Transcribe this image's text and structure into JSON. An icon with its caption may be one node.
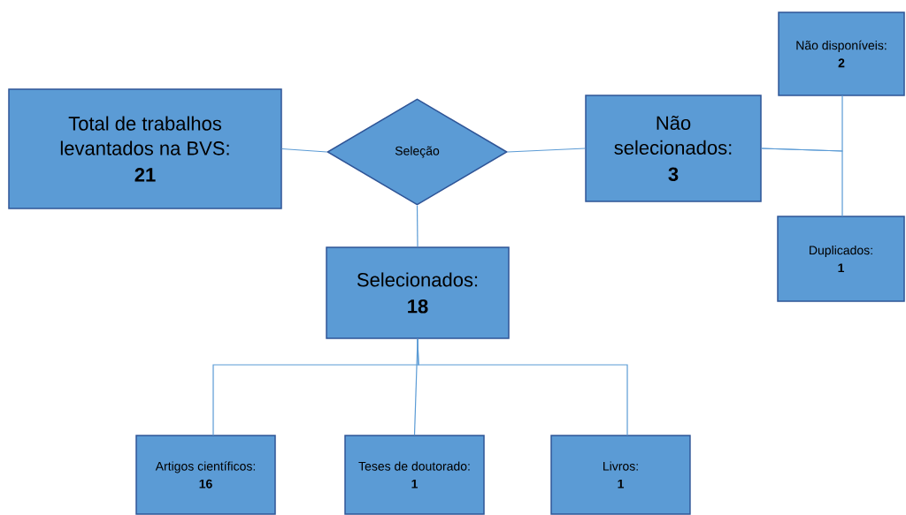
{
  "diagram": {
    "nodes": [
      {
        "text": [
          "Total de trabalhos levantados na BVS:",
          "21"
        ]
      },
      {
        "text": [
          "Seleção"
        ]
      },
      {
        "text": [
          "Não selecionados:",
          "3"
        ]
      },
      {
        "text": [
          "Não disponíveis:",
          "2"
        ]
      },
      {
        "text": [
          "Duplicados:",
          "1"
        ]
      },
      {
        "text": [
          "Selecionados:",
          "18"
        ]
      },
      {
        "text": [
          "Artigos científicos:",
          "16"
        ]
      },
      {
        "text": [
          "Teses de doutorado:",
          "1"
        ]
      },
      {
        "text": [
          "Livros:",
          "1"
        ]
      }
    ],
    "edges": [
      {
        "from": 0,
        "to": 1,
        "arrow": "none"
      },
      {
        "from": 1,
        "to": 2,
        "arrow": "none"
      },
      {
        "from": 1,
        "to": 5,
        "arrow": "none"
      },
      {
        "from": 2,
        "to": 3,
        "arrow": "none"
      },
      {
        "from": 2,
        "to": 4,
        "arrow": "none"
      },
      {
        "from": 5,
        "to": 6,
        "arrow": "none"
      },
      {
        "from": 5,
        "to": 7,
        "arrow": "none"
      },
      {
        "from": 5,
        "to": 8,
        "arrow": "none"
      }
    ]
  }
}
